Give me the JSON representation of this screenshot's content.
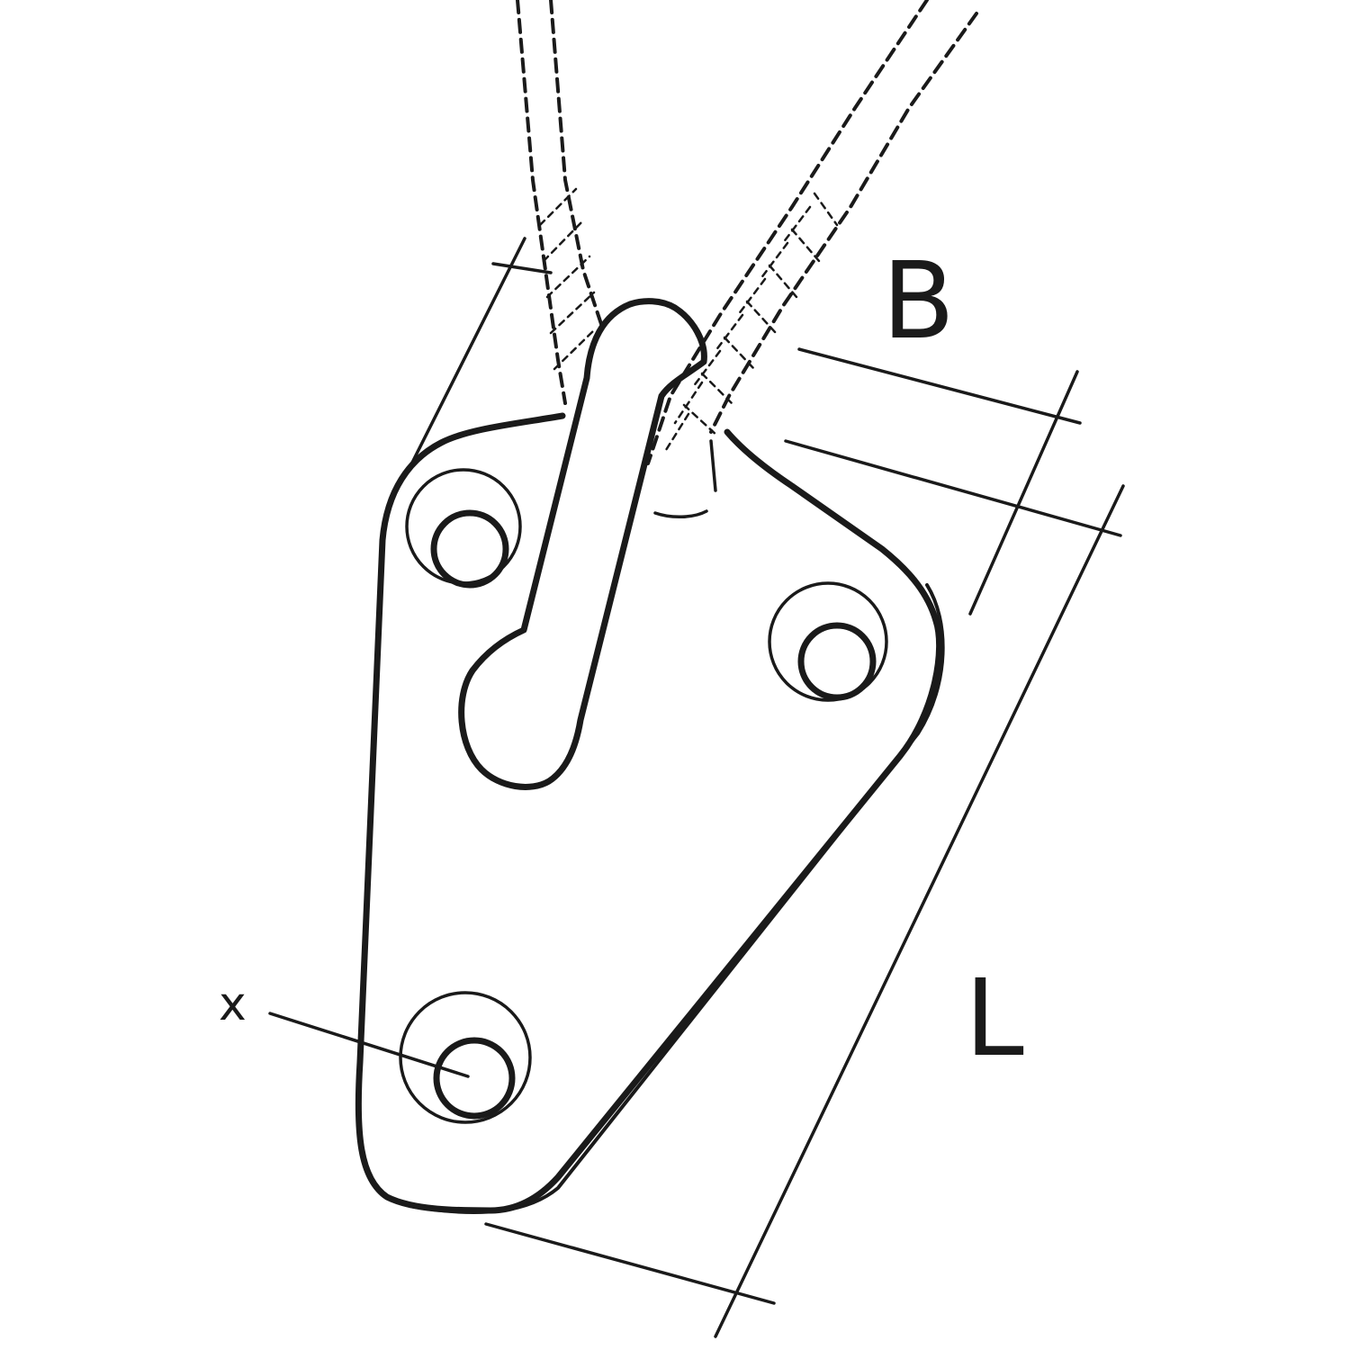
{
  "labels": {
    "b": "B",
    "l": "L",
    "x": "x"
  },
  "colors": {
    "line": "#1a1a1a",
    "background": "#ffffff"
  }
}
